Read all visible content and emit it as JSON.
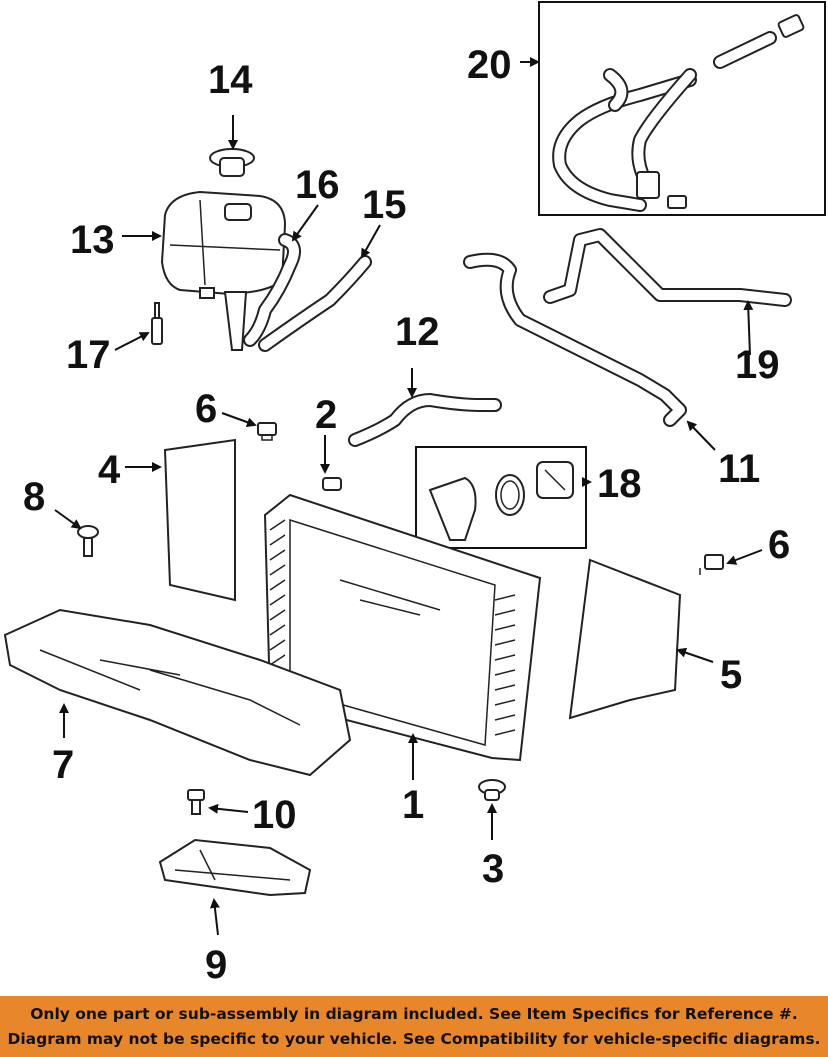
{
  "callouts": {
    "c1": "1",
    "c2": "2",
    "c3": "3",
    "c4": "4",
    "c5": "5",
    "c6a": "6",
    "c6b": "6",
    "c7": "7",
    "c8": "8",
    "c9": "9",
    "c10": "10",
    "c11": "11",
    "c12": "12",
    "c13": "13",
    "c14": "14",
    "c15": "15",
    "c16": "16",
    "c17": "17",
    "c18": "18",
    "c19": "19",
    "c20": "20"
  },
  "banner": {
    "line1": "Only one part or sub-assembly in diagram included. See Item Specifics for Reference #.",
    "line2": "Diagram may not be specific to your vehicle. See Compatibility for vehicle-specific diagrams.",
    "color": "#e8862a"
  }
}
